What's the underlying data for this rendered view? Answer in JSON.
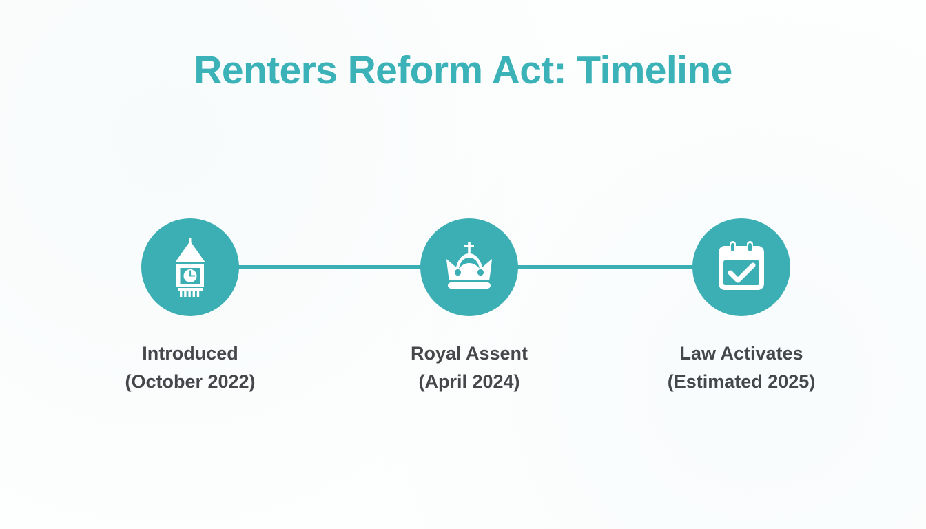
{
  "slide": {
    "title": "Renters Reform Act: Timeline",
    "background_color": "#fdfefe",
    "accent_color": "#3CAFB4",
    "title_color": "#3BB2B8",
    "label_color": "#45484B"
  },
  "timeline": {
    "connector_color": "#3CAFB4",
    "milestones": [
      {
        "icon": "big-ben-clock-tower-icon",
        "title": "Introduced",
        "date": "(October 2022)"
      },
      {
        "icon": "royal-crown-icon",
        "title": "Royal Assent",
        "date": "(April 2024)"
      },
      {
        "icon": "calendar-check-icon",
        "title": "Law Activates",
        "date": "(Estimated 2025)"
      }
    ]
  },
  "chart_data": {
    "type": "timeline",
    "title": "Renters Reform Act: Timeline",
    "categories": [
      "Introduced",
      "Royal Assent",
      "Law Activates"
    ],
    "dates": [
      "October 2022",
      "April 2024",
      "Estimated 2025"
    ],
    "x": [
      2022.8,
      2024.3,
      2025.0
    ],
    "annotations": [
      "(October 2022)",
      "(April 2024)",
      "(Estimated 2025)"
    ],
    "orientation": "horizontal",
    "grid": false,
    "legend": "none",
    "xlabel": "",
    "ylabel": ""
  }
}
